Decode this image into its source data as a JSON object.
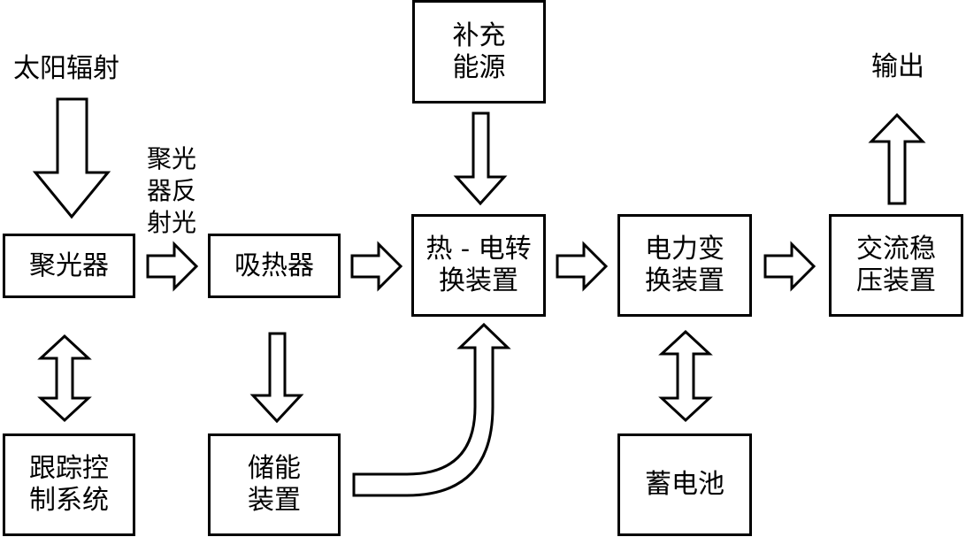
{
  "labels": {
    "solar": "太阳辐射",
    "reflected": [
      "聚光",
      "器反",
      "射光"
    ],
    "output": "输出"
  },
  "nodes": {
    "concentrator": [
      "聚光器"
    ],
    "receiver": [
      "吸热器"
    ],
    "converter": [
      "热 - 电转",
      "换装置"
    ],
    "power": [
      "电力变",
      "换装置"
    ],
    "inverter": [
      "交流稳",
      "压装置"
    ],
    "supplement": [
      "补充",
      "能源"
    ],
    "tracking": [
      "跟踪控",
      "制系统"
    ],
    "storage": [
      "储能",
      "装置"
    ],
    "battery": [
      "蓄电池"
    ]
  }
}
